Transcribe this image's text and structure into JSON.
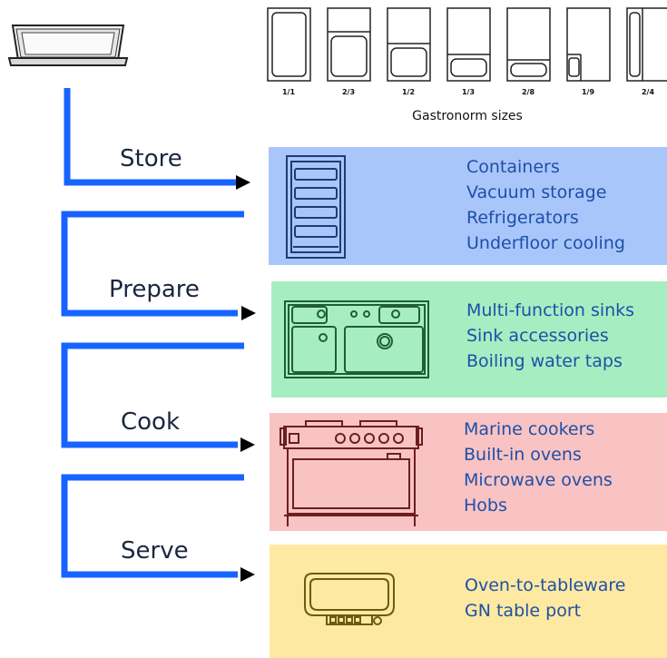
{
  "gastronorm": {
    "caption": "Gastronorm sizes",
    "sizes": [
      "1/1",
      "2/3",
      "1/2",
      "1/3",
      "2/8",
      "1/9",
      "2/4"
    ]
  },
  "stages": [
    {
      "label": "Store",
      "items": [
        "Containers",
        "Vacuum storage",
        "Refrigerators",
        "Underfloor cooling"
      ],
      "color": "#a9c6fb",
      "icon": "shelving-rack-icon"
    },
    {
      "label": "Prepare",
      "items": [
        "Multi-function sinks",
        "Sink accessories",
        "Boiling water taps"
      ],
      "color": "#a6eec1",
      "icon": "sink-icon"
    },
    {
      "label": "Cook",
      "items": [
        "Marine cookers",
        "Built-in ovens",
        "Microwave ovens",
        "Hobs"
      ],
      "color": "#f9c3c3",
      "icon": "cooker-icon"
    },
    {
      "label": "Serve",
      "items": [
        "Oven-to-tableware",
        "GN table port"
      ],
      "color": "#fde9a1",
      "icon": "tableware-icon"
    }
  ],
  "colors": {
    "flow": "#1763ff",
    "arrow": "#000000"
  },
  "icons": {
    "top_left": "gastronorm-pan-icon"
  }
}
